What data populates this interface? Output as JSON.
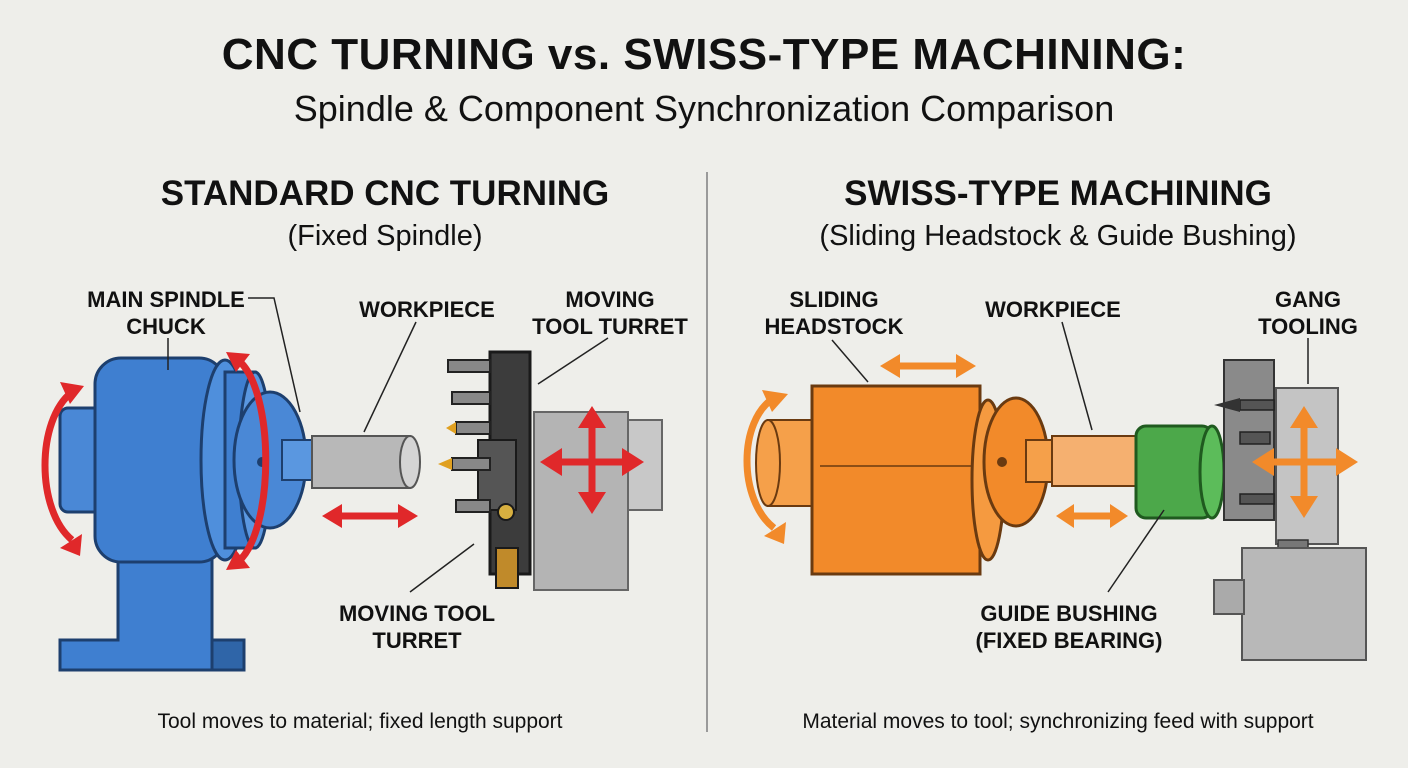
{
  "header": {
    "title": "CNC TURNING vs. SWISS-TYPE MACHINING:",
    "subtitle": "Spindle & Component Synchronization Comparison"
  },
  "left": {
    "title": "STANDARD CNC TURNING",
    "subtitle": "(Fixed Spindle)",
    "labels": {
      "spindle_chuck": [
        "MAIN SPINDLE",
        "CHUCK"
      ],
      "workpiece": "WORKPIECE",
      "turret_top": [
        "MOVING",
        "TOOL TURRET"
      ],
      "turret_bottom": [
        "MOVING TOOL",
        "TURRET"
      ]
    },
    "caption": "Tool moves to material; fixed length support"
  },
  "right": {
    "title": "SWISS-TYPE MACHINING",
    "subtitle": "(Sliding Headstock & Guide Bushing)",
    "labels": {
      "headstock": [
        "SLIDING",
        "HEADSTOCK"
      ],
      "workpiece": "WORKPIECE",
      "gang_tooling": [
        "GANG",
        "TOOLING"
      ],
      "guide_bushing": [
        "GUIDE BUSHING",
        "(FIXED BEARING)"
      ]
    },
    "caption": "Material moves to tool; synchronizing feed with support"
  },
  "colors": {
    "spindle_blue": "#3f7fd0",
    "headstock_orange": "#f28a2a",
    "bushing_green": "#4ca84a",
    "arrow_red": "#e0282a",
    "arrow_orange": "#f28a2a",
    "machine_gray": "#b4b4b4",
    "turret_dark": "#3c3c3c"
  }
}
